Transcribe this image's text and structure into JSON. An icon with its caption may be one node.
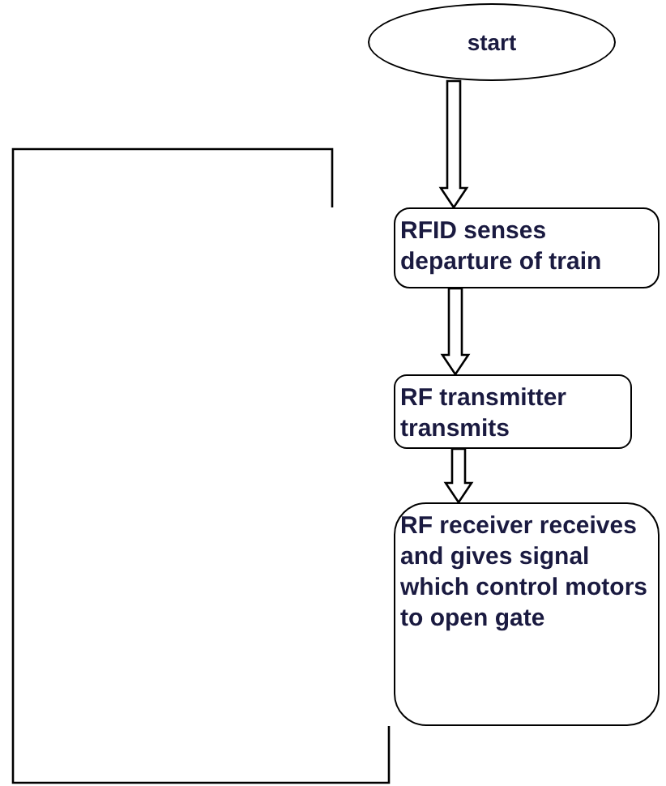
{
  "diagram": {
    "nodes": [
      {
        "text": [
          "start"
        ]
      },
      {
        "text": [
          "RFID senses departure of train"
        ]
      },
      {
        "text": [
          "RF transmitter transmits"
        ]
      },
      {
        "text": [
          "RF receiver receives and gives signal which control motors to open gate"
        ]
      }
    ],
    "edges": [
      {
        "from": 0,
        "to": 1,
        "arrow": "to"
      },
      {
        "from": 1,
        "to": 2,
        "arrow": "to"
      },
      {
        "from": 2,
        "to": 3,
        "arrow": "to"
      },
      {
        "from": 3,
        "to": 1,
        "arrow": "none"
      }
    ]
  }
}
